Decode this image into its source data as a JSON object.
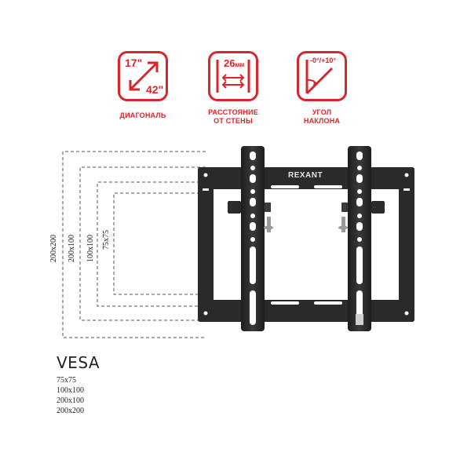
{
  "badges": {
    "diagonal": {
      "min": "17\"",
      "max": "42\"",
      "caption": "ДИАГОНАЛЬ"
    },
    "distance": {
      "value": "26",
      "unit": "мм",
      "caption_line1": "РАССТОЯНИЕ",
      "caption_line2": "ОТ СТЕНЫ"
    },
    "tilt": {
      "value": "-0°/+10°",
      "caption_line1": "УГОЛ",
      "caption_line2": "НАКЛОНА"
    }
  },
  "brand": "REXANT",
  "dimension_labels": [
    "200x200",
    "200x100",
    "100x100",
    "75x75"
  ],
  "vesa": {
    "title": "VESA",
    "sizes": [
      "75x75",
      "100x100",
      "200x100",
      "200x200"
    ]
  },
  "colors": {
    "accent": "#d7262c",
    "bracket": "#2a2a2c"
  }
}
